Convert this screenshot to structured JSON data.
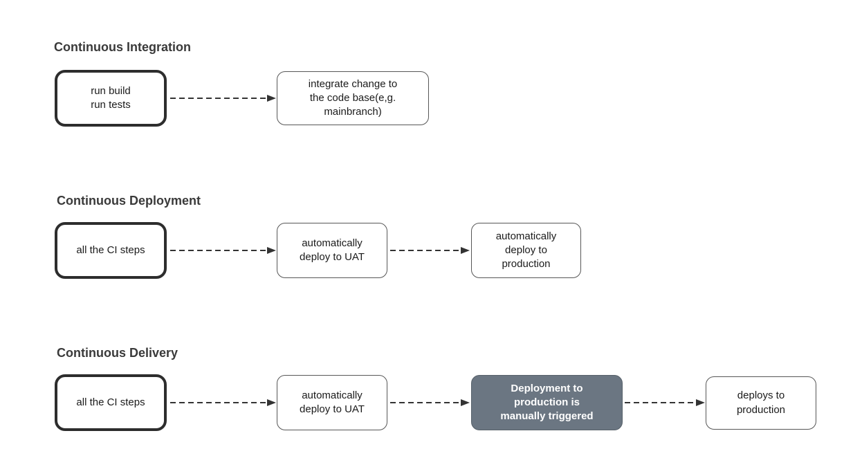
{
  "page": {
    "background": "#ffffff"
  },
  "colors": {
    "heading_text": "#3a3a3a",
    "node_text": "#1a1a1a",
    "node_fill": "#ffffff",
    "node_border_thick": "#2d2d2d",
    "node_border_thin": "#565656",
    "dark_node_fill": "#6b7682",
    "dark_node_text": "#ffffff",
    "arrow": "#333333"
  },
  "sections": [
    {
      "title": "Continuous Integration",
      "nodes": [
        {
          "label": "run build\nrun tests"
        },
        {
          "label": "integrate change to\nthe code base(e,g.\nmainbranch)"
        }
      ]
    },
    {
      "title": "Continuous Deployment",
      "nodes": [
        {
          "label": "all the CI steps"
        },
        {
          "label": "automatically\ndeploy to UAT"
        },
        {
          "label": "automatically\ndeploy to\nproduction"
        }
      ]
    },
    {
      "title": "Continuous Delivery",
      "nodes": [
        {
          "label": "all the CI steps"
        },
        {
          "label": "automatically\ndeploy to UAT"
        },
        {
          "label": "Deployment to\nproduction is\nmanually triggered"
        },
        {
          "label": "deploys to\nproduction"
        }
      ]
    }
  ]
}
